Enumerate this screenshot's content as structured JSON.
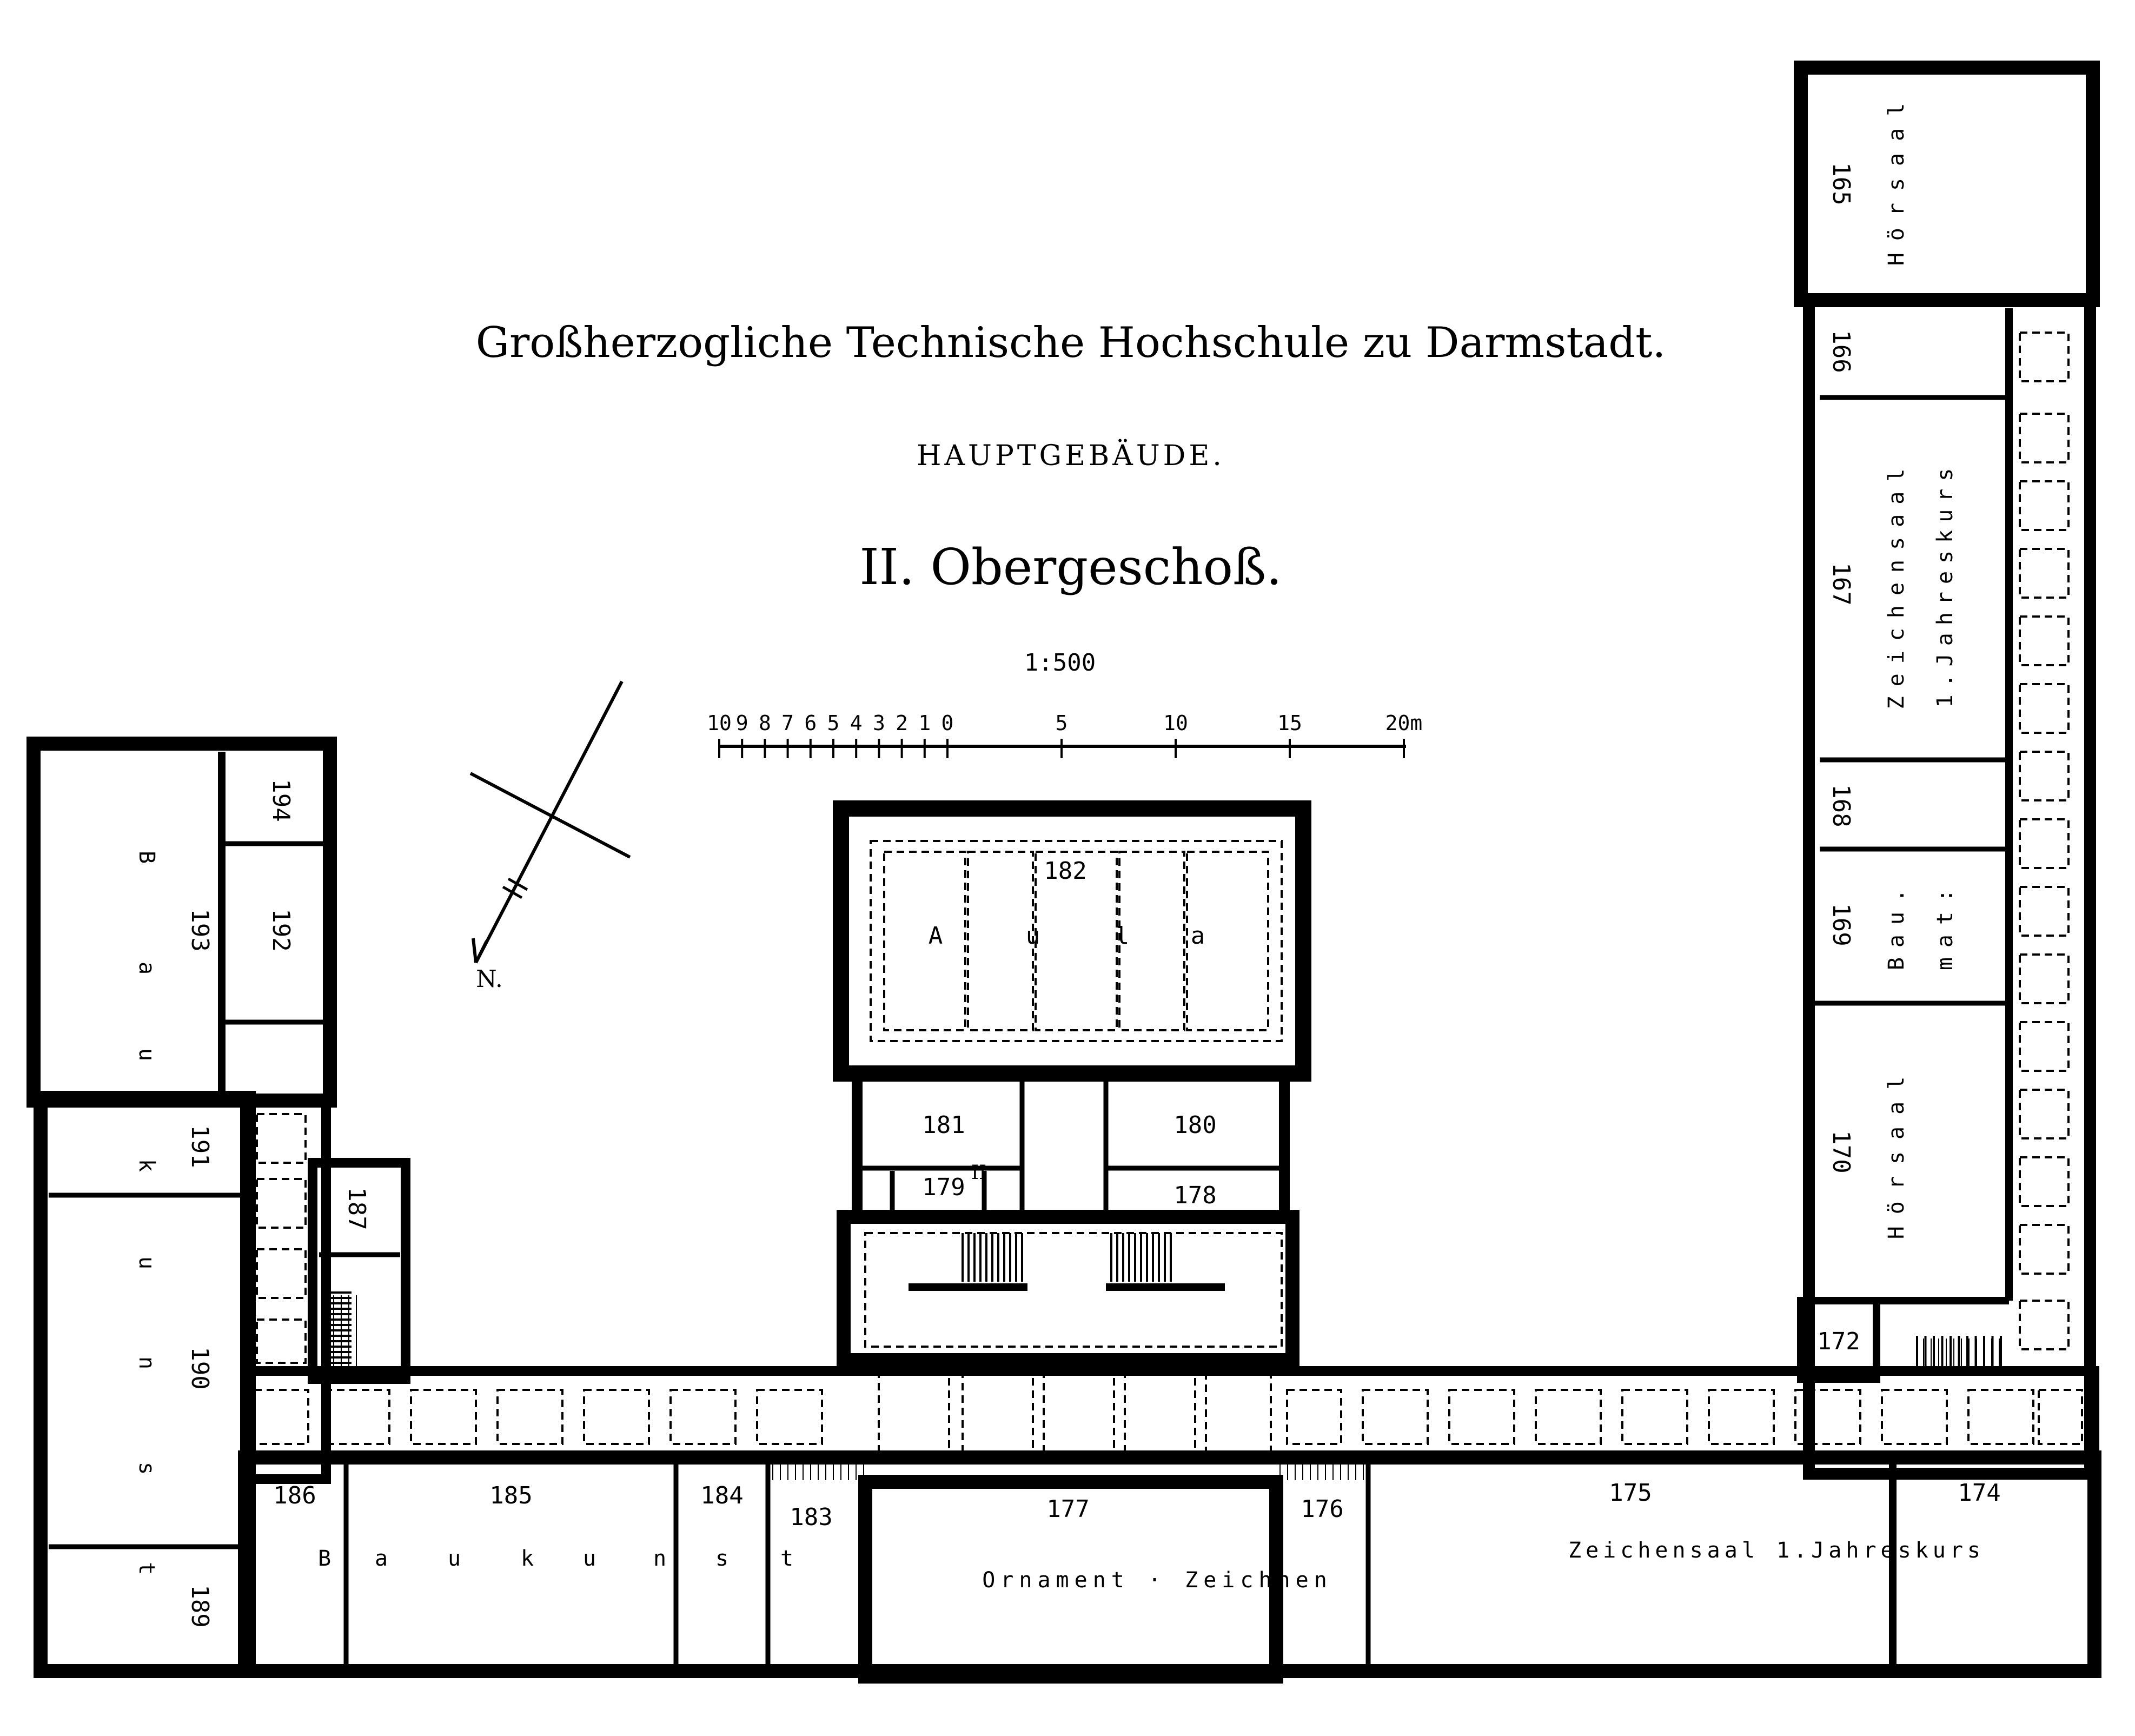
{
  "title": {
    "line1": "Großherzogliche Technische Hochschule zu Darmstadt.",
    "line2": "HAUPTGEBÄUDE.",
    "line3": "II. Obergeschoß."
  },
  "scale": {
    "ratio": "1:500",
    "ticks": [
      "10",
      "9",
      "8",
      "7",
      "6",
      "5",
      "4",
      "3",
      "2",
      "1",
      "0",
      "5",
      "10",
      "15",
      "20m"
    ]
  },
  "north": {
    "label": "N."
  },
  "rooms": {
    "r165": "165",
    "r166": "166",
    "r167": "167",
    "r168": "168",
    "r169": "169",
    "r170": "170",
    "r172": "172",
    "r174": "174",
    "r175": "175",
    "r176": "176",
    "r177": "177",
    "r178": "178",
    "r179": "179",
    "r180": "180",
    "r181": "181",
    "r182": "182",
    "r183": "183",
    "r184": "184",
    "r185": "185",
    "r186": "186",
    "r187": "187",
    "r189": "189",
    "r190": "190",
    "r191": "191",
    "r192": "192",
    "r193": "193",
    "r194": "194"
  },
  "labels": {
    "hoersaal": "Hörsaal",
    "zeichensaal": "Zeichensaal",
    "jahreskurs_vertical": "1.Jahreskurs",
    "bau": "Bau.",
    "mat": "mat:",
    "aula_a1": "A",
    "aula_u": "u",
    "aula_l": "l",
    "aula_a2": "a",
    "baukunst_west": [
      "B",
      "a",
      "u",
      "k",
      "u",
      "n",
      "s",
      "t"
    ],
    "baukunst_south": [
      "B",
      "a",
      "u",
      "k",
      "u",
      "n",
      "s",
      "t"
    ],
    "ornament": "Ornament · Zeichnen",
    "zeichensaal_south": "Zeichensaal 1.Jahreskurs",
    "stair_mark": "II"
  }
}
